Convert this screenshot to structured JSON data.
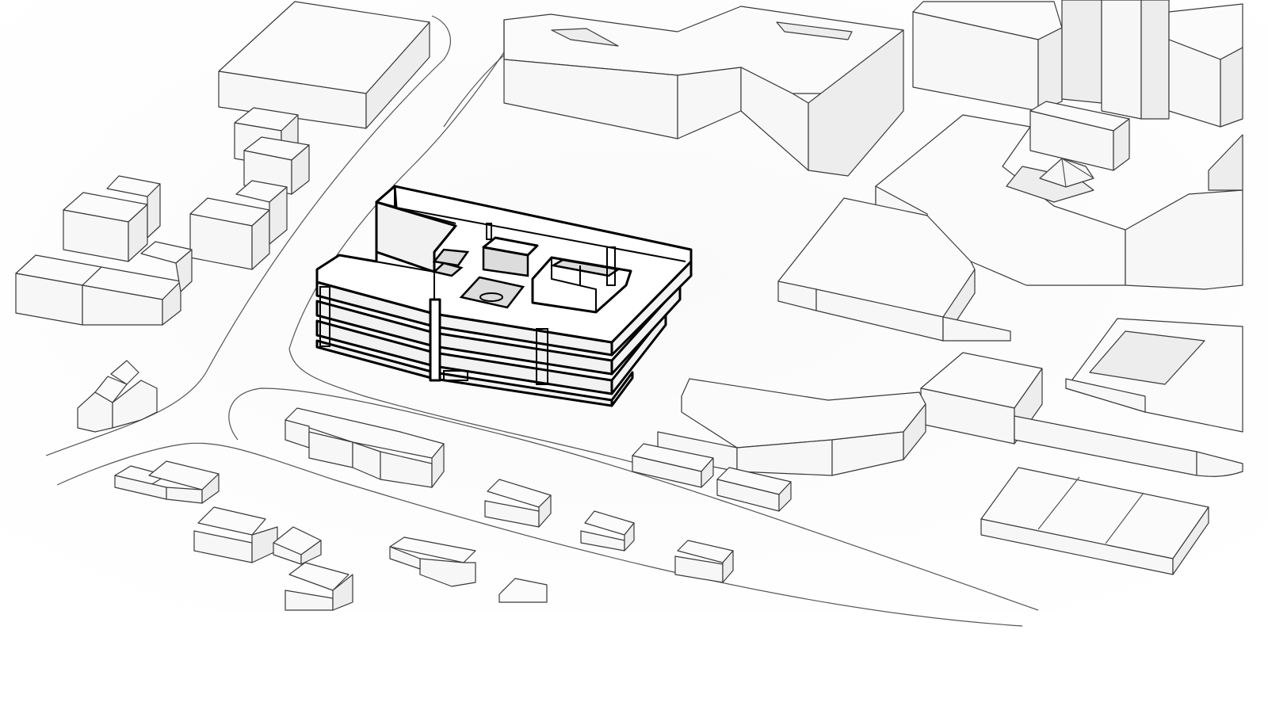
{
  "diagram": {
    "type": "isometric-site-axonometric",
    "theme": {
      "background": "#ffffff",
      "context_fill": "#f7f7f7",
      "context_stroke": "#3a3a3a",
      "highlight_stroke": "#000000"
    },
    "highlighted_building": {
      "levels": 5,
      "courtyard_voids": 3
    }
  }
}
